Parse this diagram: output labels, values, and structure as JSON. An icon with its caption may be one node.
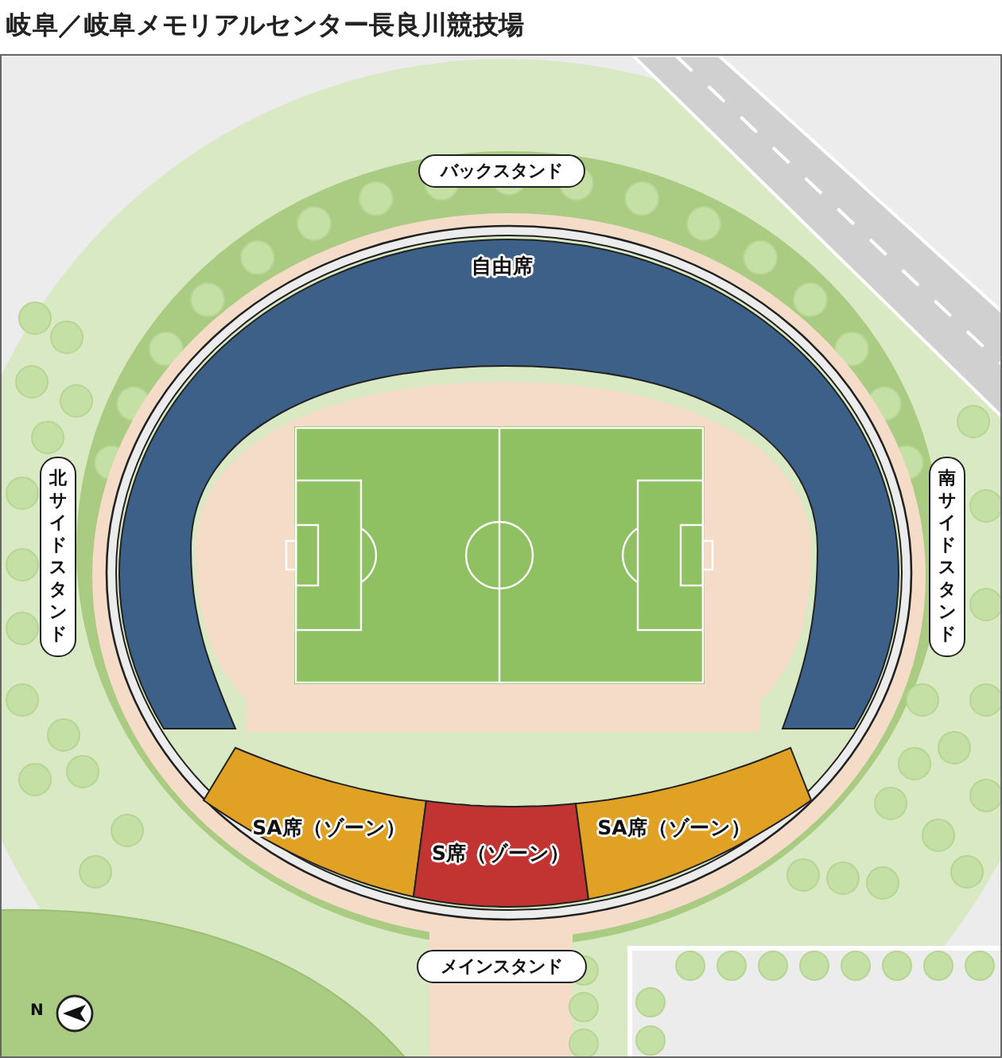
{
  "diagram": {
    "title": "岐阜／岐阜メモリアルセンター長良川競技場",
    "nodes": [
      {
        "text": [
          "バックスタンド"
        ]
      },
      {
        "text": [
          "自由席"
        ]
      },
      {
        "text": [
          "北サイドスタンド"
        ]
      },
      {
        "text": [
          "南サイドスタンド"
        ]
      },
      {
        "text": [
          "SA席（ゾーン）"
        ]
      },
      {
        "text": [
          "S席（ゾーン）"
        ]
      },
      {
        "text": [
          "SA席（ゾーン）"
        ]
      },
      {
        "text": [
          "メインスタンド"
        ]
      }
    ],
    "labels": [
      "N"
    ]
  }
}
